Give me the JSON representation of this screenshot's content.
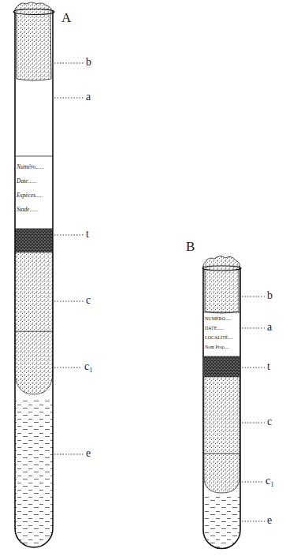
{
  "diagram": {
    "labels": [
      "A",
      "Numéro......",
      "Date......",
      "Espèces.....",
      "Stade......",
      "b",
      "a",
      "t",
      "c",
      "c₁",
      "e",
      "B",
      "NUMÉRO.....",
      "DATE......",
      "LOCALITÉ....",
      "Nom Prop....",
      "b",
      "a",
      "t",
      "c",
      "c₁",
      "e"
    ]
  }
}
